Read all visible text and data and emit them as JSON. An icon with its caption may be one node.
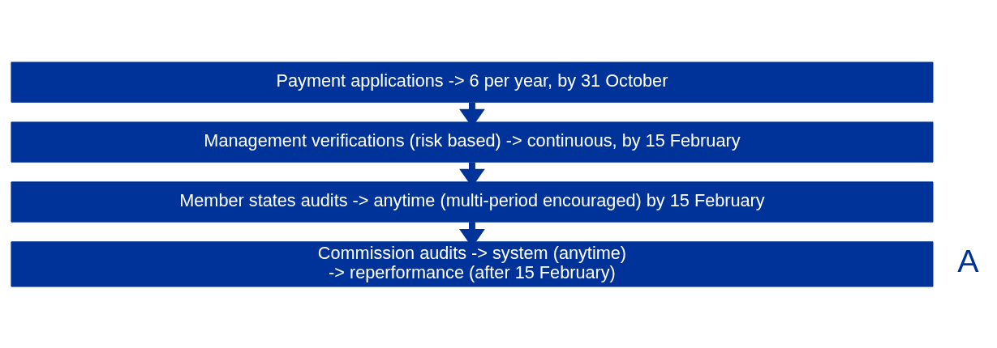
{
  "diagram": {
    "nodes": [
      {
        "text": [
          "Payment applications -> 6 per year, by 31 October"
        ]
      },
      {
        "text": [
          "Management verifications (risk based) -> continuous, by 15 February"
        ]
      },
      {
        "text": [
          "Member states audits -> anytime (multi-period encouraged) by 15 February"
        ]
      },
      {
        "text": [
          "Commission audits -> system (anytime)",
          "-> reperformance (after 15 February)"
        ]
      }
    ],
    "edges": [
      {
        "from": 0,
        "to": 1,
        "arrow": "to"
      },
      {
        "from": 1,
        "to": 2,
        "arrow": "to"
      },
      {
        "from": 2,
        "to": 3,
        "arrow": "to"
      }
    ],
    "labels": [
      "A"
    ]
  }
}
